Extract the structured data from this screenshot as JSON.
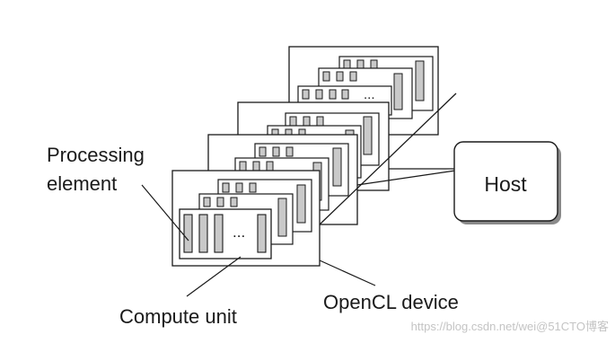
{
  "labels": {
    "processing_element_line1": "Processing",
    "processing_element_line2": "element",
    "compute_unit": "Compute unit",
    "opencl_device": "OpenCL device",
    "host": "Host",
    "ellipsis_front": "...",
    "ellipsis_back": "..."
  },
  "watermark": "https://blog.csdn.net/wei@51CTO博客",
  "colors": {
    "line": "#1a1a1a",
    "element_fill": "#c9c9c9",
    "host_shadow": "#8a8a8a",
    "background": "#ffffff"
  }
}
